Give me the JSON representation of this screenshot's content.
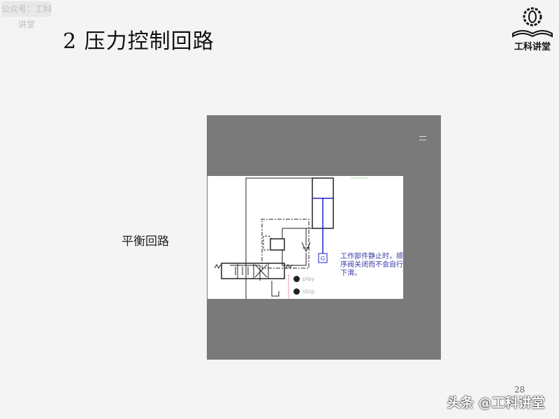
{
  "watermark": "公众号：工科讲堂",
  "title": "2 压力控制回路",
  "logo": {
    "text": "工科讲堂",
    "icon": "gear-book-logo"
  },
  "label": "平衡回路",
  "animation": {
    "note": "工作部件静止时，顺序阀关闭而不会自行下滑。",
    "cylinder_load_label": "G",
    "play_label": "play",
    "stop_label": "stop",
    "colors": {
      "rod": "#2020d0",
      "note": "#3a3aa8",
      "frame": "#7a7a7a"
    }
  },
  "page_number": "28",
  "footer": "头条 @工科讲堂"
}
